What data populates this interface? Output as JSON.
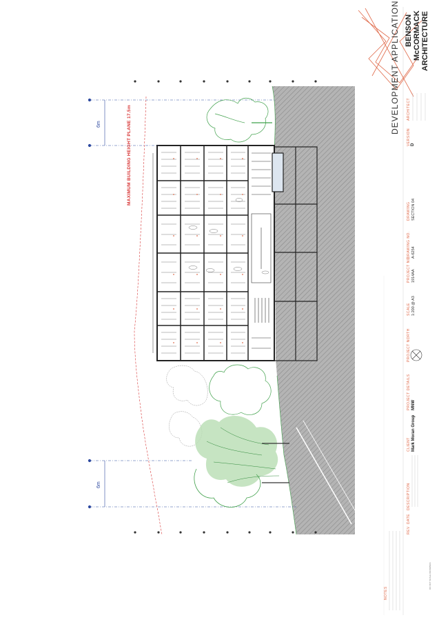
{
  "title_block": {
    "heading": "DEVELOPMENT APPLICATION",
    "firm": [
      "BENSON",
      "McCORMACK",
      "ARCHITECTURE"
    ],
    "architect_label": "ARCHITECT",
    "version_label": "VERSION",
    "version_value": "D",
    "drawing_label": "DRAWING",
    "drawing_value": "SECTION 04",
    "drawing_no_label": "DRAWING NO.",
    "drawing_no_value": "A-6254",
    "project_no_label": "PROJECT NO.",
    "project_no_value": "1914AA",
    "scale_label": "SCALE",
    "scale_value": "1:200 @ A3",
    "project_north_label": "PROJECT NORTH",
    "project_details_label": "PROJECT DETAILS",
    "project_details_value": "MNW",
    "client_label": "CLIENT",
    "client_value": "Mark Moran Group",
    "description_label": "DESCRIPTION",
    "date_label": "DATE",
    "rev_label": "REV",
    "notes_label": "NOTES",
    "do_not_scale": "DO NOT SCALE DRAWINGS"
  },
  "drawing": {
    "height_plane_label": "MAXIMUM BUILDING HEIGHT PLANE 17.5m",
    "dim_top": "6m",
    "dim_bottom": "6m"
  },
  "colors": {
    "accent": "#e06a4a",
    "dimension": "#2e4aa0",
    "height_plane": "#d83838",
    "tree_green": "#3fa04a",
    "ground_hatch": "#9a9a9a"
  }
}
